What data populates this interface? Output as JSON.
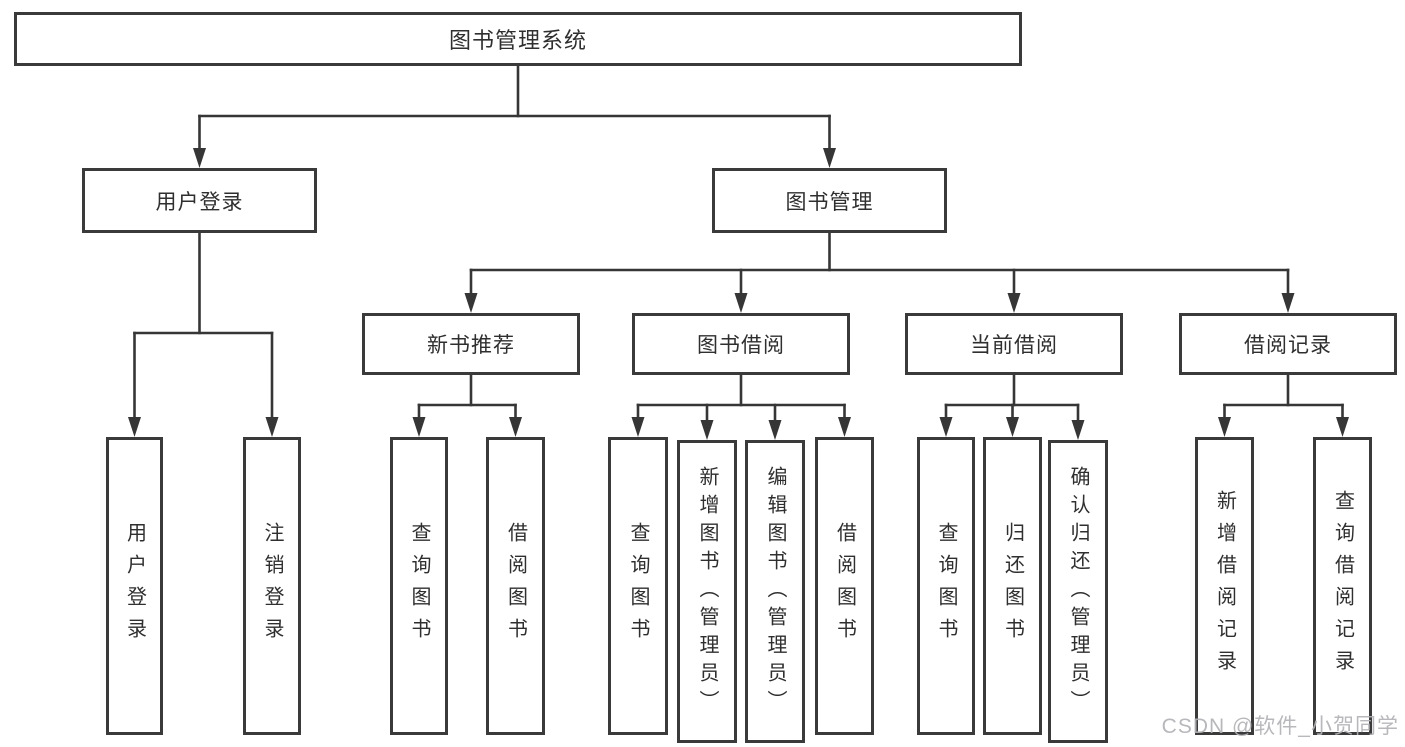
{
  "tree": {
    "label": "图书管理系统",
    "children": [
      {
        "label": "用户登录",
        "children": [
          {
            "label": "用户登录"
          },
          {
            "label": "注销登录"
          }
        ]
      },
      {
        "label": "图书管理",
        "children": [
          {
            "label": "新书推荐",
            "children": [
              {
                "label": "查询图书"
              },
              {
                "label": "借阅图书"
              }
            ]
          },
          {
            "label": "图书借阅",
            "children": [
              {
                "label": "查询图书"
              },
              {
                "label": "新增图书（管理员）"
              },
              {
                "label": "编辑图书（管理员）"
              },
              {
                "label": "借阅图书"
              }
            ]
          },
          {
            "label": "当前借阅",
            "children": [
              {
                "label": "查询图书"
              },
              {
                "label": "归还图书"
              },
              {
                "label": "确认归还（管理员）"
              }
            ]
          },
          {
            "label": "借阅记录",
            "children": [
              {
                "label": "新增借阅记录"
              },
              {
                "label": "查询借阅记录"
              }
            ]
          }
        ]
      }
    ]
  },
  "watermark": {
    "text": "CSDN @软件_小贺同学"
  },
  "colors": {
    "line": "#363636",
    "box_border": "#3a3a3a",
    "text": "#2f2f2f",
    "watermark": "#b2b2b6",
    "background": "#ffffff"
  }
}
